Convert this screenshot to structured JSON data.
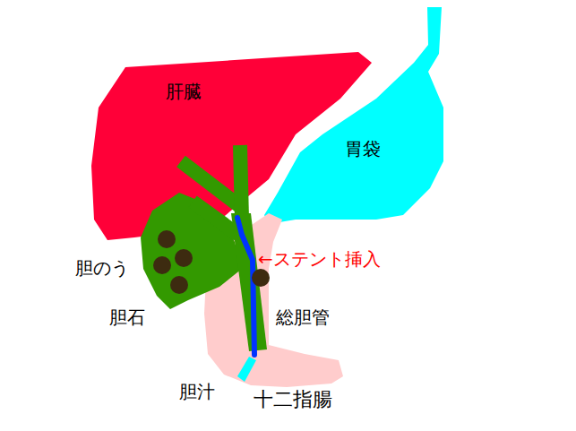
{
  "diagram": {
    "nodes": [
      {
        "text": [
          "肝臓"
        ]
      },
      {
        "text": [
          "胃袋"
        ]
      }
    ],
    "labels": [
      "胆のう",
      "胆石",
      "←ステント挿入",
      "総胆管",
      "胆汁",
      "十二指腸"
    ]
  }
}
